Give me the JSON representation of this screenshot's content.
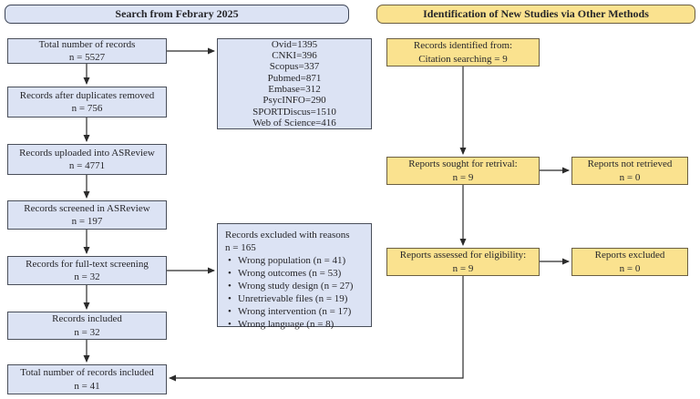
{
  "headers": {
    "left": "Search from Febrary 2025",
    "right": "Identification of New Studies via Other Methods"
  },
  "colors": {
    "blue_fill": "#dce3f4",
    "yellow_fill": "#fae28f",
    "line": "#2b2b2b"
  },
  "left_column": [
    {
      "title": "Total number of records",
      "count": "n = 5527"
    },
    {
      "title": "Records after duplicates removed",
      "count": "n = 756"
    },
    {
      "title": "Records uploaded into ASReview",
      "count": "n = 4771"
    },
    {
      "title": "Records screened in ASReview",
      "count": "n = 197"
    },
    {
      "title": "Records for full-text screening",
      "count": "n = 32"
    },
    {
      "title": "Records included",
      "count": "n = 32"
    },
    {
      "title": "Total number of records included",
      "count": "n = 41"
    }
  ],
  "databases": {
    "lines": [
      "Ovid=1395",
      "CNKI=396",
      "Scopus=337",
      "Pubmed=871",
      "Embase=312",
      "PsycINFO=290",
      "SPORTDiscus=1510",
      "Web of Science=416"
    ]
  },
  "excluded": {
    "title": "Records excluded with reasons",
    "count": "n = 165",
    "reasons": [
      "Wrong population (n = 41)",
      "Wrong outcomes (n = 53)",
      "Wrong study design (n = 27)",
      "Unretrievable files (n = 19)",
      "Wrong intervention (n = 17)",
      "Wrong language (n = 8)"
    ]
  },
  "right_column": [
    {
      "title": "Records identified from:",
      "count": "Citation searching = 9"
    },
    {
      "title": "Reports sought for retrival:",
      "count": "n = 9"
    },
    {
      "title": "Reports assessed for eligibility:",
      "count": "n = 9"
    }
  ],
  "side_boxes": [
    {
      "title": "Reports not retrieved",
      "count": "n = 0"
    },
    {
      "title": "Reports excluded",
      "count": "n = 0"
    }
  ]
}
